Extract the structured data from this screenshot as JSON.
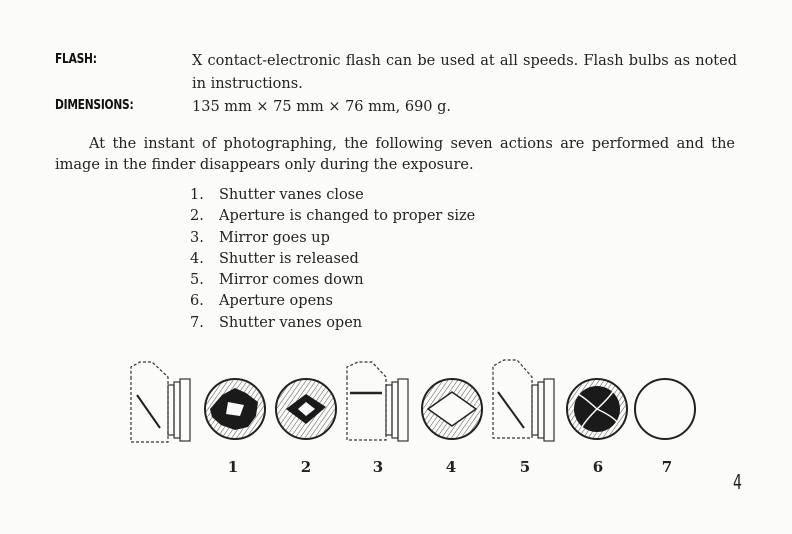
{
  "specs": [
    {
      "label": "FLASH:",
      "value": "X contact-electronic flash can be used at all speeds.  Flash bulbs as noted in instructions."
    },
    {
      "label": "DIMENSIONS:",
      "value": "135 mm × 75 mm × 76 mm, 690 g."
    }
  ],
  "intro": "At the instant of photographing, the following seven actions are performed and the image in the finder disappears only during the exposure.",
  "steps": [
    {
      "num": "1.",
      "text": "Shutter vanes close"
    },
    {
      "num": "2.",
      "text": "Aperture is changed to proper size"
    },
    {
      "num": "3.",
      "text": "Mirror goes up"
    },
    {
      "num": "4.",
      "text": "Shutter is released"
    },
    {
      "num": "5.",
      "text": "Mirror comes down"
    },
    {
      "num": "6.",
      "text": "Aperture opens"
    },
    {
      "num": "7.",
      "text": "Shutter vanes open"
    }
  ],
  "figure_labels": [
    "1",
    "2",
    "3",
    "4",
    "5",
    "6",
    "7"
  ],
  "page_number": "4"
}
